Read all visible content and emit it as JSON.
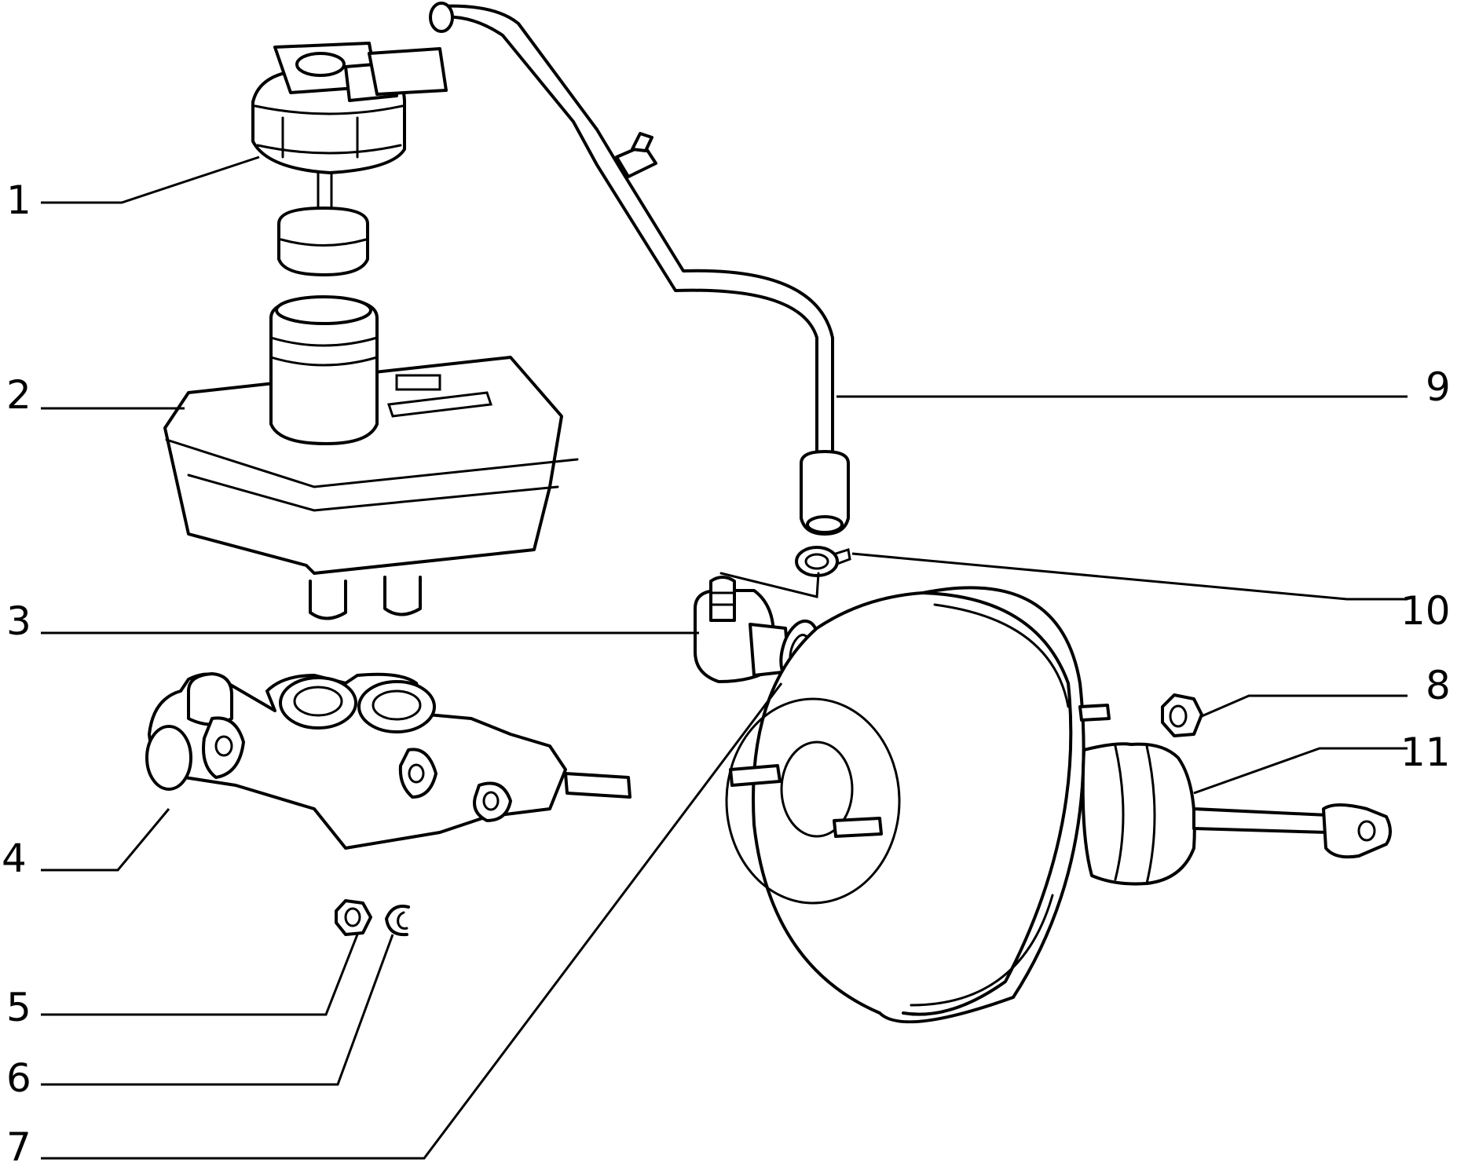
{
  "colors": {
    "ink": "#000000",
    "paper": "#ffffff"
  },
  "callouts": [
    {
      "id": "1",
      "label": "1"
    },
    {
      "id": "2",
      "label": "2"
    },
    {
      "id": "3",
      "label": "3"
    },
    {
      "id": "4",
      "label": "4"
    },
    {
      "id": "5",
      "label": "5"
    },
    {
      "id": "6",
      "label": "6"
    },
    {
      "id": "7",
      "label": "7"
    },
    {
      "id": "8",
      "label": "8"
    },
    {
      "id": "9",
      "label": "9"
    },
    {
      "id": "10",
      "label": "10"
    },
    {
      "id": "11",
      "label": "11"
    }
  ]
}
